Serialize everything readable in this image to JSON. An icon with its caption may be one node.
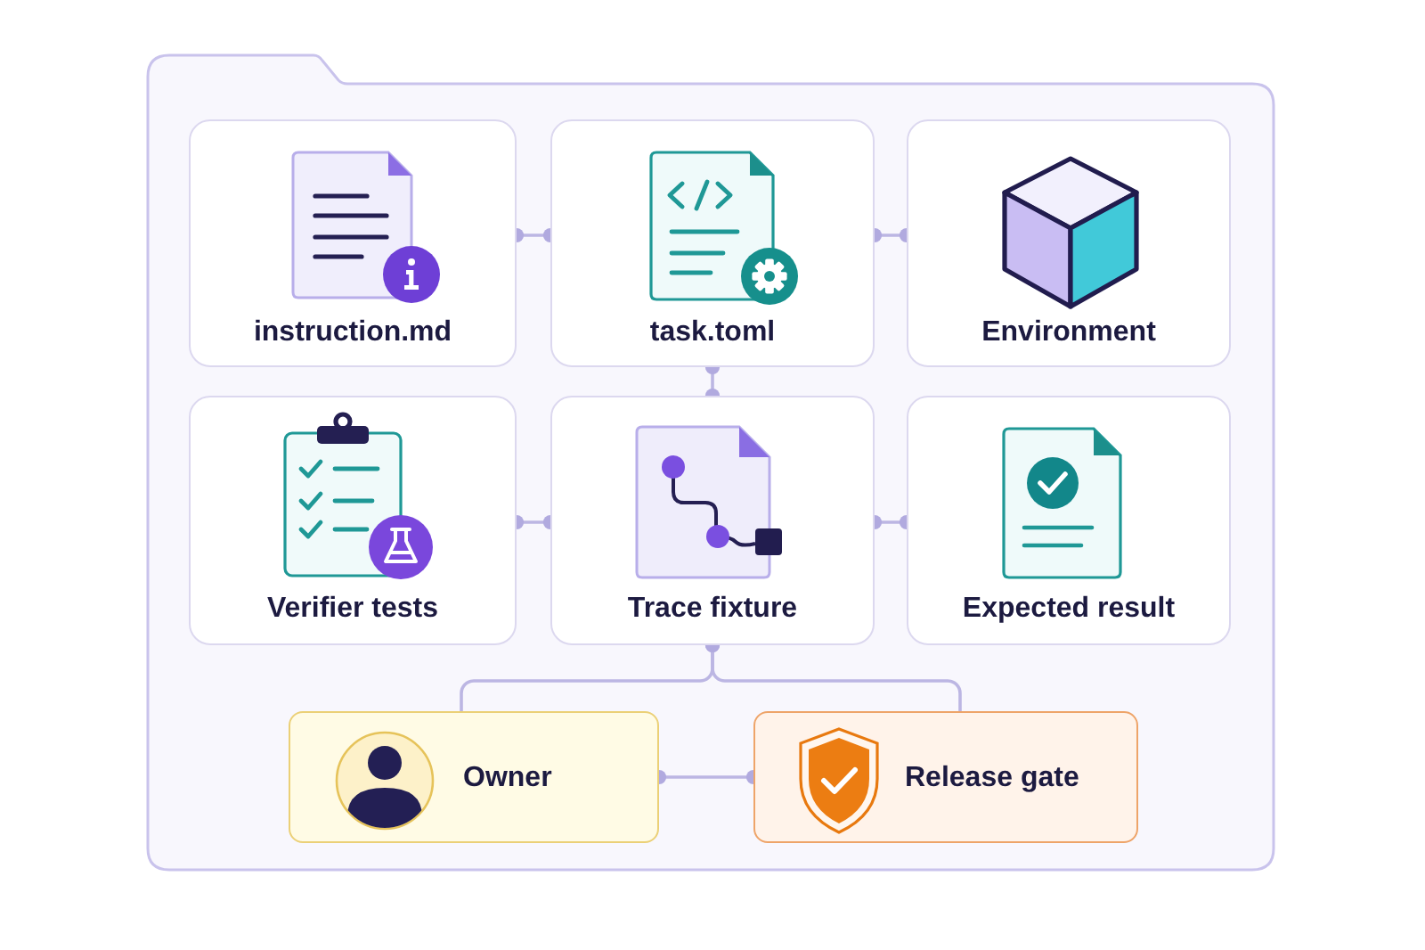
{
  "diagram": {
    "nodes": [
      {
        "text": [],
        "shape": "folder"
      },
      {
        "text": [
          "instruction.md"
        ],
        "in": 0
      },
      {
        "text": [
          "task.toml"
        ],
        "in": 0
      },
      {
        "text": [
          "Environment"
        ],
        "in": 0
      },
      {
        "text": [
          "Verifier tests"
        ],
        "in": 0
      },
      {
        "text": [
          "Trace fixture"
        ],
        "in": 0
      },
      {
        "text": [
          "Expected result"
        ],
        "in": 0
      },
      {
        "text": [
          "Owner"
        ],
        "in": 0
      },
      {
        "text": [
          "Release gate"
        ],
        "in": 0
      }
    ],
    "edges": [
      {
        "from": 1,
        "to": 2,
        "arrow": "other"
      },
      {
        "from": 2,
        "to": 3,
        "arrow": "other"
      },
      {
        "from": 2,
        "to": 5,
        "arrow": "other"
      },
      {
        "from": 4,
        "to": 5,
        "arrow": "other"
      },
      {
        "from": 5,
        "to": 6,
        "arrow": "other"
      },
      {
        "from": 5,
        "to": 7,
        "arrow": "other"
      },
      {
        "from": 5,
        "to": 8,
        "arrow": "other"
      },
      {
        "from": 7,
        "to": 8,
        "arrow": "other"
      }
    ]
  }
}
